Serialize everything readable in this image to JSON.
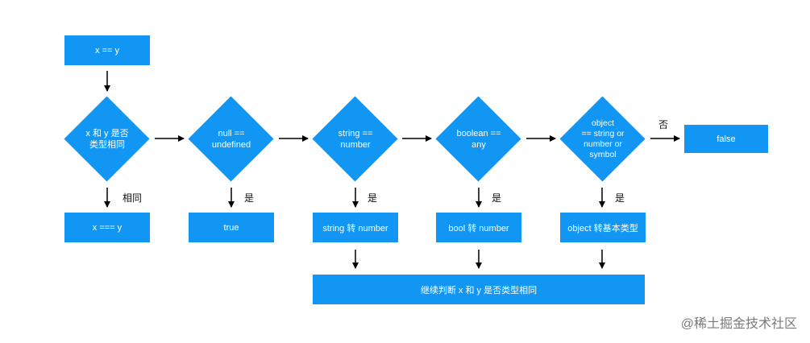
{
  "nodes": {
    "start": "x == y",
    "same_type": "x 和 y 是否\n类型相同",
    "null_undef": "null ==\nundefined",
    "string_number": "string ==\nnumber",
    "boolean_any": "boolean ==\nany",
    "object_prim": "object\n== string or\nnumber or\nsymbol",
    "false_box": "false",
    "strict_eq": "x === y",
    "true_box": "true",
    "str_to_num": "string 转 number",
    "bool_to_num": "bool 转 number",
    "obj_to_prim": "object 转基本类型",
    "continue": "继续判断 x 和 y 是否类型相同"
  },
  "labels": {
    "same": "相同",
    "yes": "是",
    "no": "否"
  },
  "watermark": "@稀土掘金技术社区",
  "colors": {
    "node": "#1296f3",
    "arrow": "#000000"
  }
}
